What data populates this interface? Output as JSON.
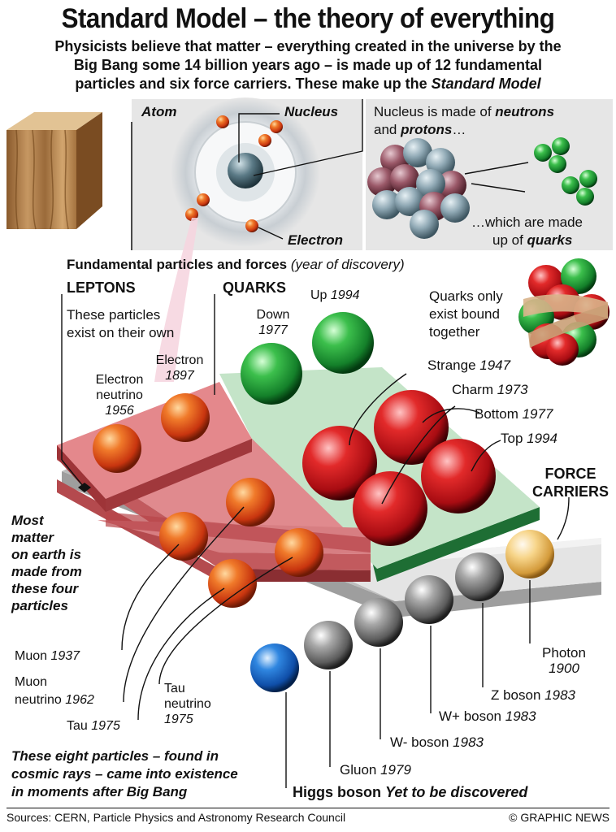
{
  "title": "Standard Model – the theory of everything",
  "intro": {
    "line1": "Physicists believe that matter – everything created in the universe by the",
    "line2": "Big Bang some 14 billion years ago – is made up of 12 fundamental",
    "line3_a": "particles and six force carriers. These make up the ",
    "line3_b": "Standard Model"
  },
  "atom_panel": {
    "atom": "Atom",
    "nucleus": "Nucleus",
    "electron": "Electron",
    "nucleus_made_a": "Nucleus is made of ",
    "neutrons": "neutrons",
    "and": "and ",
    "protons": "protons",
    "ellipsis": "…",
    "which_made_a": "…which are made",
    "which_made_b": "up of ",
    "quarks": "quarks"
  },
  "fundamentals": {
    "title": "Fundamental particles and forces",
    "subtitle": "(year of discovery)"
  },
  "leptons": {
    "header": "LEPTONS",
    "desc1": "These particles",
    "desc2": "exist on their own",
    "electron_neutrino_a": "Electron",
    "electron_neutrino_b": "neutrino",
    "electron_neutrino_year": "1956",
    "electron": "Electron",
    "electron_year": "1897",
    "muon": "Muon ",
    "muon_year": "1937",
    "muon_neutrino_a": "Muon",
    "muon_neutrino_b": "neutrino ",
    "muon_neutrino_year": "1962",
    "tau": "Tau ",
    "tau_year": "1975",
    "tau_neutrino_a": "Tau",
    "tau_neutrino_b": "neutrino",
    "tau_neutrino_year": "1975"
  },
  "quarks": {
    "header": "QUARKS",
    "down": "Down",
    "down_year": "1977",
    "up": "Up ",
    "up_year": "1994",
    "bound1": "Quarks only",
    "bound2": "exist bound",
    "bound3": "together",
    "strange": "Strange ",
    "strange_year": "1947",
    "charm": "Charm ",
    "charm_year": "1973",
    "bottom": "Bottom ",
    "bottom_year": "1977",
    "top": "Top ",
    "top_year": "1994"
  },
  "force_carriers": {
    "header1": "FORCE",
    "header2": "CARRIERS",
    "photon": "Photon",
    "photon_year": "1900",
    "z": "Z boson ",
    "z_year": "1983",
    "wplus": "W+ boson ",
    "wplus_year": "1983",
    "wminus": "W- boson ",
    "wminus_year": "1983",
    "gluon": "Gluon ",
    "gluon_year": "1979",
    "higgs": "Higgs boson ",
    "higgs_status": "Yet to be discovered"
  },
  "notes": {
    "most1": "Most",
    "most2": "matter",
    "most3": "on earth is",
    "most4": "made from",
    "most5": "these four",
    "most6": "particles",
    "eight1": "These eight particles – found in",
    "eight2": "cosmic rays – came into existence",
    "eight3": "in moments after Big Bang"
  },
  "footer": {
    "sources": "Sources: CERN, Particle Physics and Astronomy Research Council",
    "credit": "© GRAPHIC NEWS"
  },
  "colors": {
    "lepton_orange": "#e8551c",
    "quark_red": "#d6141c",
    "quark_green": "#1f9a36",
    "photon_gold": "#f2c56a",
    "boson_grey": "#8a8a8a",
    "higgs_blue": "#1a64c8",
    "lepton_platform": "#d9797b",
    "quark_platform": "#bfe0c4",
    "force_platform": "#e2e2e2",
    "panel_grey": "#e6e6e6"
  }
}
